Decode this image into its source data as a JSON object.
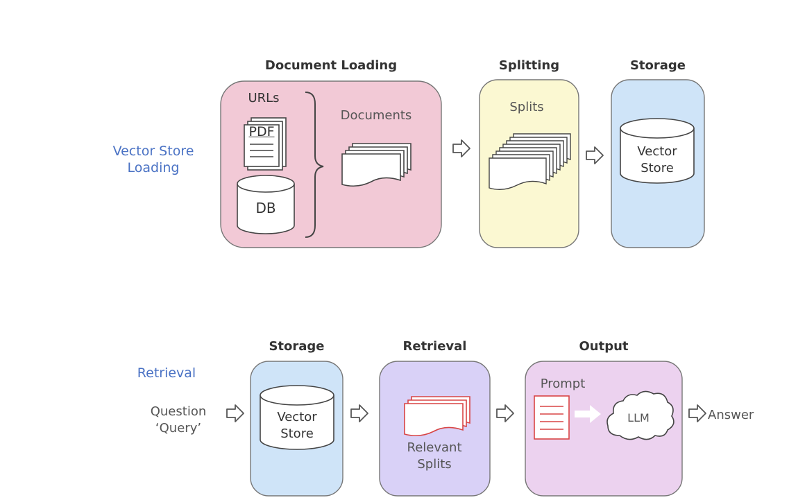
{
  "top_row": {
    "side_label_line1": "Vector Store",
    "side_label_line2": "Loading",
    "document_loading": {
      "heading": "Document Loading",
      "urls_label": "URLs",
      "pdf_label": "PDF",
      "db_label": "DB",
      "documents_label": "Documents",
      "fill_color": "#f2c9d6"
    },
    "splitting": {
      "heading": "Splitting",
      "splits_label": "Splits",
      "fill_color": "#fbf8d2"
    },
    "storage": {
      "heading": "Storage",
      "store_line1": "Vector",
      "store_line2": "Store",
      "fill_color": "#cfe4f8"
    }
  },
  "bottom_row": {
    "side_label": "Retrieval",
    "question_line1": "Question",
    "question_line2": "‘Query’",
    "storage": {
      "heading": "Storage",
      "store_line1": "Vector",
      "store_line2": "Store",
      "fill_color": "#cfe4f8"
    },
    "retrieval": {
      "heading": "Retrieval",
      "relevant_line1": "Relevant",
      "relevant_line2": "Splits",
      "fill_color": "#d9d1f7"
    },
    "output": {
      "heading": "Output",
      "prompt_label": "Prompt",
      "llm_label": "LLM",
      "fill_color": "#ecd2ef"
    },
    "answer_label": "Answer"
  },
  "icons": [
    "arrow-right-icon",
    "pdf-document-icon",
    "database-icon",
    "documents-stack-icon",
    "cloud-icon",
    "prompt-document-icon"
  ],
  "accent_colors": {
    "retrieval_red": "#d84545",
    "side_label_blue": "#4a72c4"
  }
}
